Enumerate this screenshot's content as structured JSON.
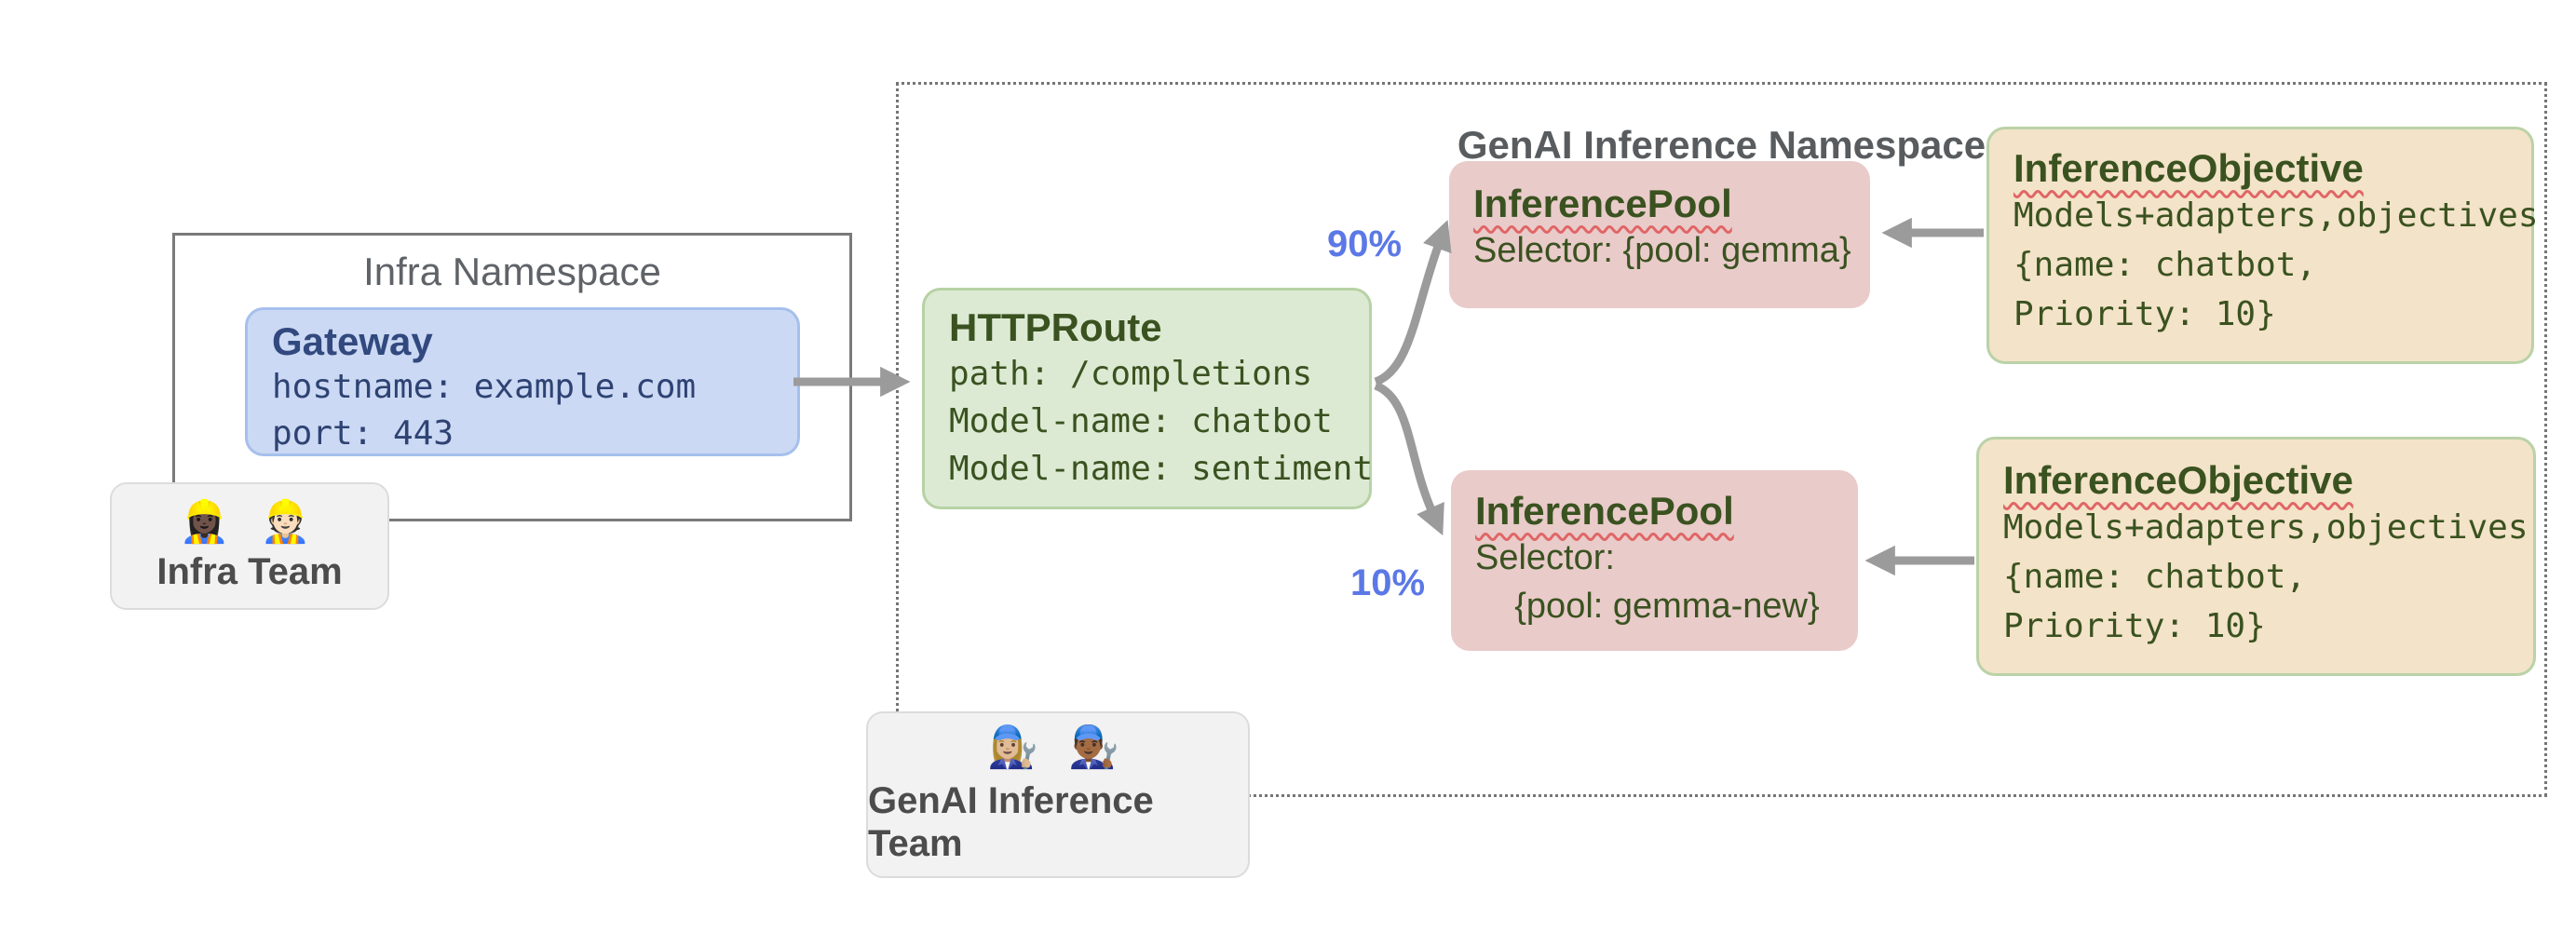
{
  "infra_namespace": {
    "title": "Infra Namespace",
    "gateway": {
      "title": "Gateway",
      "lines": [
        "hostname: example.com",
        "port: 443"
      ]
    }
  },
  "infra_team": {
    "label": "Infra Team",
    "emojis": "👷🏿‍♀️ 👷🏻"
  },
  "genai_namespace": {
    "title": "GenAI Inference Namespace",
    "httproute": {
      "title": "HTTPRoute",
      "lines": [
        "path: /completions",
        "Model-name: chatbot",
        "Model-name: sentiment"
      ]
    },
    "pool_top": {
      "title": "InferencePool",
      "lines": [
        "Selector: {pool: gemma}"
      ]
    },
    "pool_bottom": {
      "title": "InferencePool",
      "lines": [
        "Selector:",
        "    {pool: gemma-new}"
      ]
    },
    "objective_top": {
      "title": "InferenceObjective",
      "lines": [
        "Models+adapters,objectives",
        "{name: chatbot,",
        "Priority: 10}"
      ]
    },
    "objective_bottom": {
      "title": "InferenceObjective",
      "lines": [
        "Models+adapters,objectives",
        "{name: chatbot,",
        "Priority: 10}"
      ]
    },
    "weight_top": "90%",
    "weight_bottom": "10%"
  },
  "genai_team": {
    "label": "GenAI Inference Team",
    "emojis": "👩🏼‍🔧 👨🏾‍🔧"
  },
  "colors": {
    "gateway_bg": "#ccd9f4",
    "gateway_border": "#a6c0ec",
    "gateway_text": "#2e4373",
    "httproute_bg": "#dcead3",
    "httproute_border": "#b7d2a5",
    "pool_bg": "#e9cbca",
    "objective_bg": "#f3e3c8",
    "objective_border": "#bad2a7",
    "resource_text_green": "#3a5220",
    "team_bg": "#f2f2f2",
    "namespace_title_gray": "#5f6368",
    "arrow_gray": "#9b9b9b",
    "weight_blue": "#5b78e6",
    "squiggle_red": "#e06666"
  }
}
